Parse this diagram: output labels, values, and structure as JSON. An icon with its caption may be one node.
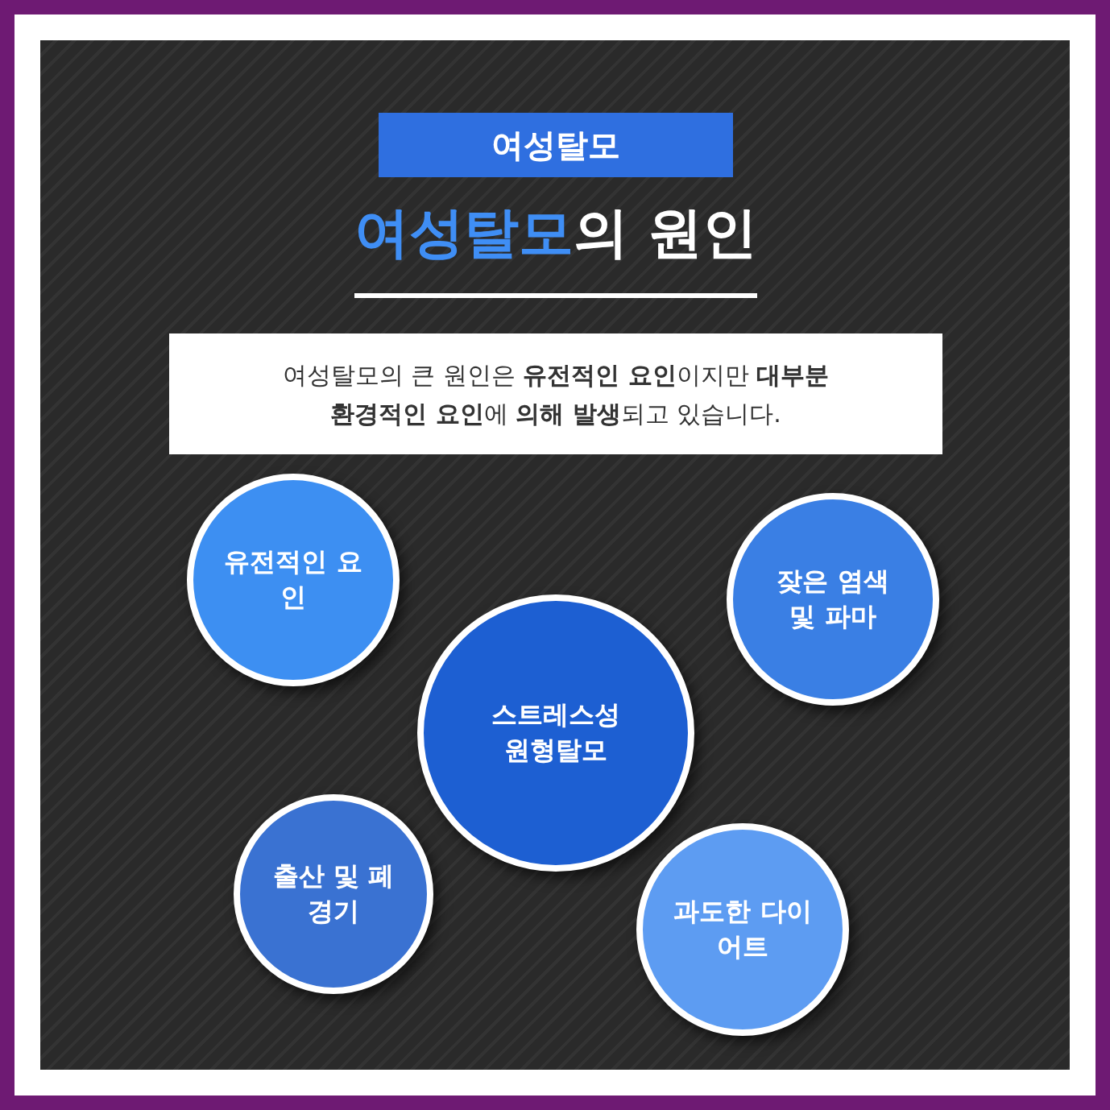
{
  "diagram": {
    "title": "**여성탈모**의 원인",
    "nodes": [
      {
        "text": [
          "유전적인 요인"
        ]
      },
      {
        "text": [
          "잦은 염색 및 파마"
        ]
      },
      {
        "text": [
          "스트레스성 원형탈모"
        ]
      },
      {
        "text": [
          "출산 및 폐경기"
        ]
      },
      {
        "text": [
          "과도한 다이어트"
        ]
      }
    ],
    "labels": [
      "여성탈모",
      "여성탈모의 큰 원인은 **유전적인 요인**이지만 **대부분 환경적인 요인**에 **의해 발생**되고 있습니다."
    ]
  }
}
